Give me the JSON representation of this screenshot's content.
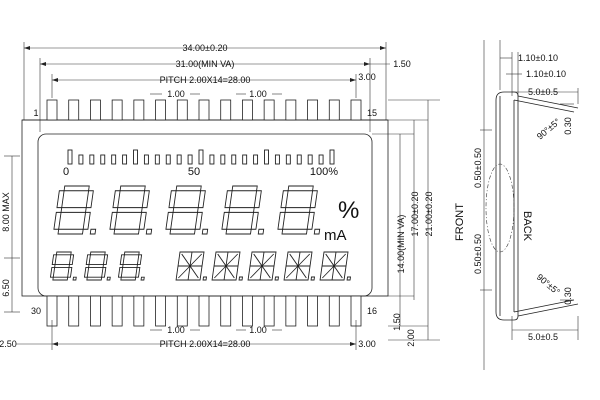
{
  "front_view": {
    "dimensions": {
      "overall_width": "34.00±0.20",
      "view_area_width": "31.00(MIN VA)",
      "pitch_top": "PITCH 2.00X14=28.00",
      "pitch_bottom": "PITCH 2.00X14=28.00",
      "pin_spacing_a": "1.00",
      "pin_spacing_b": "1.00",
      "pin_spacing_c": "1.00",
      "pin_spacing_d": "1.00",
      "right_offset_top": "1.50",
      "right_offset_top_b": "3.00",
      "right_offset_bottom": "3.00",
      "left_offset_bottom": "2.50",
      "va_height": "14.00(MIN VA)",
      "glass_height": "17.00±0.20",
      "overall_height": "21.00±0.20",
      "bottom_margin": "1.50",
      "pin_length": "2.00",
      "left_max_height": "8.00 MAX",
      "left_pin_offset": "6.50"
    },
    "pin_labels": [
      "1",
      "15",
      "30",
      "16"
    ],
    "bar_scale_labels": [
      "0",
      "50",
      "100%"
    ],
    "unit_percent": "%",
    "unit_ma": "mA",
    "large_digit_count": 5,
    "small_digit_count": 3,
    "alnum_digit_count": 5,
    "bar_segment_count": 25
  },
  "side_view": {
    "label_front": "FRONT",
    "label_back": "BACK",
    "dim_top_a": "1.10±0.10",
    "dim_top_b": "1.10±0.10",
    "dim_pin_top": "5.0±0.5",
    "dim_pin_bottom": "5.0±0.5",
    "dim_gap_top": "0.50±0.50",
    "dim_gap_bottom": "0.50±0.50",
    "angle_top": "90°±5°",
    "angle_bottom": "90°±5°",
    "dim_lead_top": "0.30",
    "dim_lead_bottom": "0.30"
  }
}
